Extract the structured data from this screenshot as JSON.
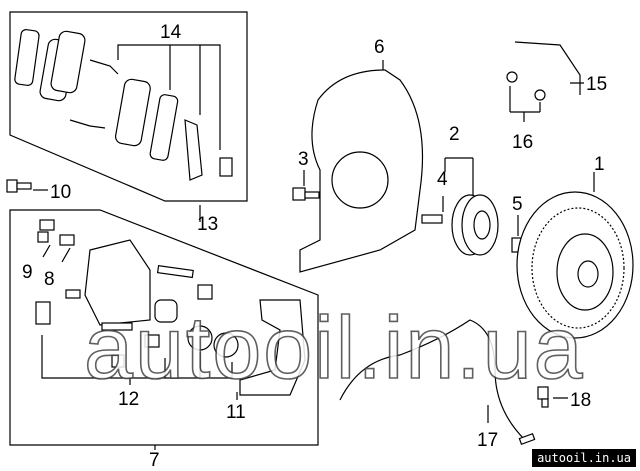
{
  "diagram": {
    "callouts": {
      "c1": "1",
      "c2": "2",
      "c3": "3",
      "c4": "4",
      "c5": "5",
      "c6": "6",
      "c7": "7",
      "c8": "8",
      "c9": "9",
      "c10": "10",
      "c11": "11",
      "c12": "12",
      "c13": "13",
      "c14": "14",
      "c15": "15",
      "c16": "16",
      "c17": "17",
      "c18": "18"
    },
    "watermark": "autooil.in.ua"
  },
  "footer": {
    "site": "autooil.in.ua"
  }
}
